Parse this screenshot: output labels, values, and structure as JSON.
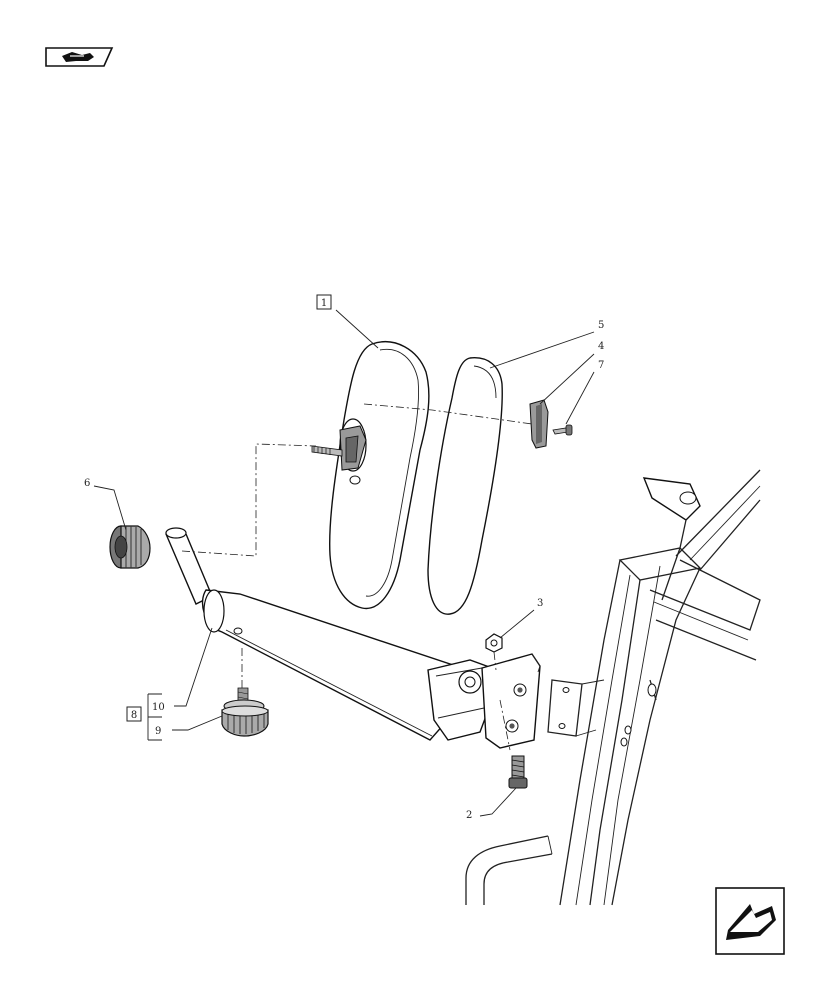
{
  "nav": {
    "prev_icon": "page-back-icon",
    "next_icon": "page-forward-icon"
  },
  "callouts": {
    "c1": "1",
    "c2": "2",
    "c3": "3",
    "c4": "4",
    "c5": "5",
    "c6": "6",
    "c7": "7",
    "c8": "8",
    "c9": "9",
    "c10": "10"
  }
}
